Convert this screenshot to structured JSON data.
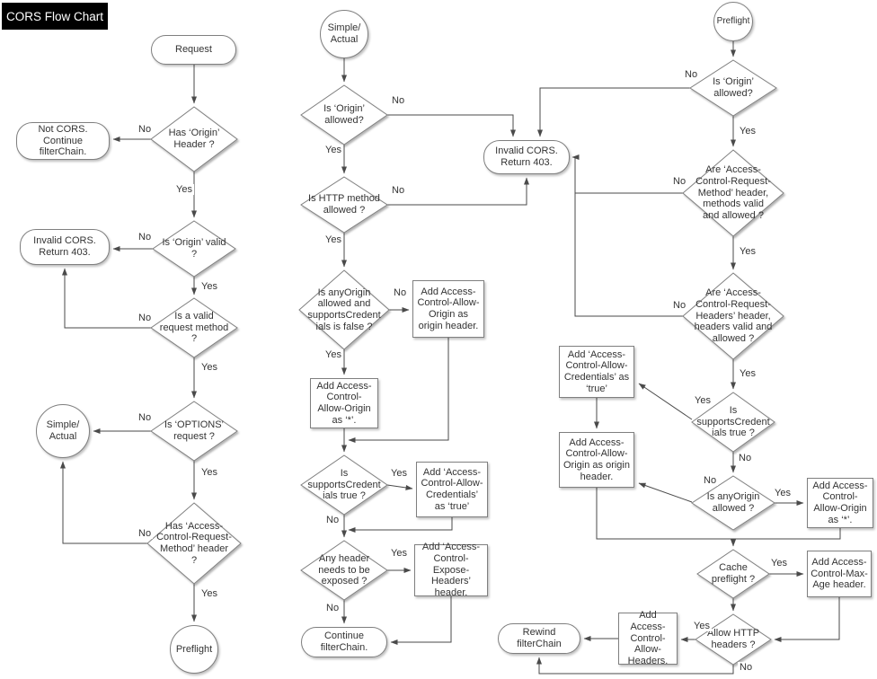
{
  "title": "CORS Flow Chart",
  "labels": {
    "yes": "Yes",
    "no": "No"
  },
  "nodes": {
    "request": "Request",
    "has_origin": "Has ‘Origin’ Header ?",
    "not_cors": "Not CORS. Continue filterChain.",
    "origin_valid": "Is ‘Origin’ valid ?",
    "invalid_cors": "Invalid CORS. Return 403.",
    "valid_method": "Is a valid request method ?",
    "options_request": "Is ‘OPTIONS’ request ?",
    "simple_actual": "Simple/ Actual",
    "has_acrm": "Has ‘Access-Control-Request-Method’ header ?",
    "preflight": "Preflight",
    "origin_allowed": "Is ‘Origin’ allowed?",
    "http_method": "Is HTTP method allowed ?",
    "anyorigin_and_cred_false": "Is anyOrigin allowed and supportsCredent ials is false ?",
    "add_origin_header": "Add Access-Control-Allow-Origin as origin header.",
    "add_origin_star": "Add Access-Control-Allow-Origin as ‘*’.",
    "supports_cred": "Is supportsCredent ials true ?",
    "add_credentials": "Add ‘Access-Control-Allow-Credentials’ as ‘true’",
    "any_header_exposed": "Any header needs to be exposed ?",
    "add_expose_headers": "Add ‘Access-Control-Expose-Headers’ header.",
    "continue_chain": "Continue filterChain.",
    "acrm_valid": "Are ‘Access-Control-Request-Method’ header, methods  valid and allowed ?",
    "acrh_valid": "Are ‘Access-Control-Request-Headers’ header, headers valid and allowed ?",
    "anyorigin_allowed": "Is anyOrigin allowed ?",
    "cache_preflight": "Cache preflight ?",
    "add_max_age": "Add Access-Control-Max-Age header.",
    "allow_http_headers": "Allow HTTP headers ?",
    "add_allow_headers": "Add Access-Control-Allow-Headers.",
    "rewind_chain": "Rewind filterChain"
  },
  "colors": {
    "node_border": "#7f7f7f",
    "line": "#4a4a4a",
    "text": "#333333",
    "title_bg": "#000000",
    "title_fg": "#ffffff"
  }
}
